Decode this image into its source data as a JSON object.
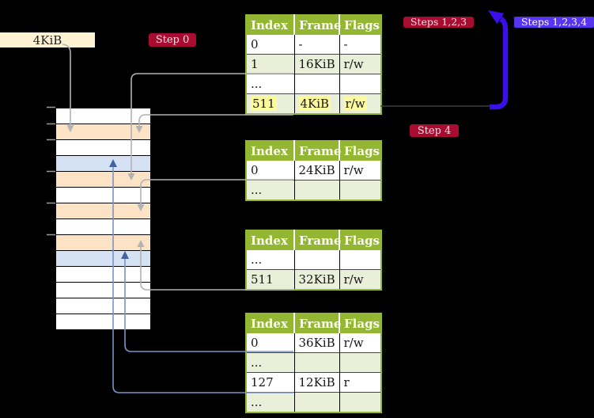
{
  "colors": {
    "background": "#000000",
    "table_header_green": "#94b733",
    "table_row_green": "#e9efd8",
    "highlight_yellow": "#fcfa9d",
    "frame_orange": "#fde3c6",
    "frame_blue": "#d4e2f4",
    "frame_white": "#ffffff",
    "label_cream": "#fdf3d3",
    "badge_red": "#a80c31",
    "badge_blue": "#5634f0",
    "big_arrow_blue": "#3b0fe9",
    "connector_gray": "#b2b2b2",
    "connector_blue": "#7b93c7"
  },
  "label_4kib": "4KiB",
  "badges": {
    "step0": "Step 0",
    "steps123": "Steps 1,2,3",
    "steps1234": "Steps 1,2,3,4",
    "step4": "Step 4"
  },
  "tables": [
    {
      "headers": [
        "Index",
        "Frame",
        "Flags"
      ],
      "rows": [
        [
          "0",
          "-",
          "-"
        ],
        [
          "1",
          "16KiB",
          "r/w"
        ],
        [
          "...",
          "",
          ""
        ],
        [
          "511",
          "4KiB",
          "r/w"
        ]
      ]
    },
    {
      "headers": [
        "Index",
        "Frame",
        "Flags"
      ],
      "rows": [
        [
          "0",
          "24KiB",
          "r/w"
        ],
        [
          "...",
          "",
          ""
        ]
      ]
    },
    {
      "headers": [
        "Index",
        "Frame",
        "Flags"
      ],
      "rows": [
        [
          "...",
          "",
          ""
        ],
        [
          "511",
          "32KiB",
          "r/w"
        ]
      ]
    },
    {
      "headers": [
        "Index",
        "Frame",
        "Flags"
      ],
      "rows": [
        [
          "0",
          "36KiB",
          "r/w"
        ],
        [
          "...",
          "",
          ""
        ],
        [
          "127",
          "12KiB",
          "r"
        ],
        [
          "...",
          "",
          ""
        ]
      ]
    }
  ],
  "memory_column": {
    "rows": [
      "white",
      "orange",
      "white",
      "blue",
      "orange",
      "white",
      "orange",
      "white",
      "orange",
      "blue",
      "white",
      "white",
      "white",
      "white"
    ]
  }
}
